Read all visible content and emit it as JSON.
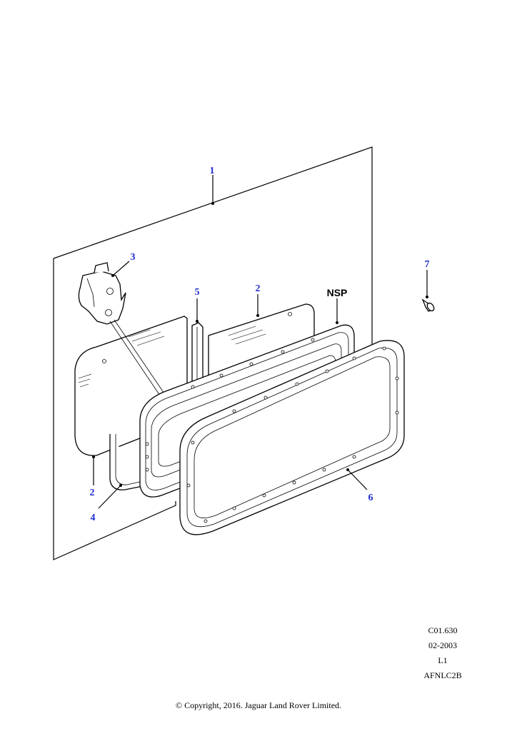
{
  "callouts": {
    "c1": "1",
    "c2a": "2",
    "c2b": "2",
    "c3": "3",
    "c4": "4",
    "c5": "5",
    "c6": "6",
    "c7": "7"
  },
  "side_label": "NSP",
  "reference": {
    "code": "C01.630",
    "date": "02-2003",
    "level": "L1",
    "group": "AFNLC2B"
  },
  "copyright": "© Copyright, 2016. Jaguar Land Rover Limited.",
  "colors": {
    "callout": "#1f2fd1",
    "line": "#000000",
    "background": "#ffffff"
  }
}
